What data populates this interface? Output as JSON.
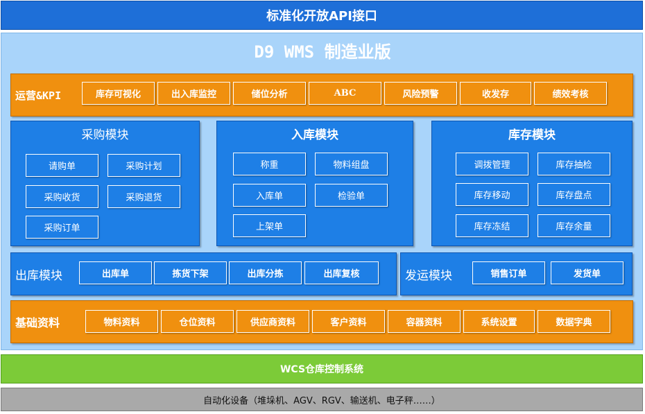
{
  "api_bar": "标准化开放API接口",
  "title": "D9 WMS 制造业版",
  "ops": {
    "label": "运营&KPI",
    "items": [
      "库存可视化",
      "出入库监控",
      "储位分析",
      "ABC",
      "风险预警",
      "收发存",
      "绩效考核"
    ]
  },
  "procurement": {
    "title": "采购模块",
    "items": [
      "请购单",
      "采购计划",
      "采购收货",
      "采购退货",
      "采购订单"
    ]
  },
  "inbound": {
    "title": "入库模块",
    "items": [
      "称重",
      "物料组盘",
      "入库单",
      "检验单",
      "上架单"
    ]
  },
  "inventory": {
    "title": "库存模块",
    "items": [
      "调拨管理",
      "库存抽检",
      "库存移动",
      "库存盘点",
      "库存冻结",
      "库存余量"
    ]
  },
  "outbound": {
    "title": "出库模块",
    "items": [
      "出库单",
      "拣货下架",
      "出库分拣",
      "出库复核"
    ]
  },
  "shipping": {
    "title": "发运模块",
    "items": [
      "销售订单",
      "发货单"
    ]
  },
  "basic": {
    "label": "基础资料",
    "items": [
      "物料资料",
      "仓位资料",
      "供应商资料",
      "客户资料",
      "容器资料",
      "系统设置",
      "数据字典"
    ]
  },
  "wcs_bar": "WCS仓库控制系统",
  "auto_bar": "自动化设备（堆垛机、AGV、RGV、输送机、电子秤……）"
}
